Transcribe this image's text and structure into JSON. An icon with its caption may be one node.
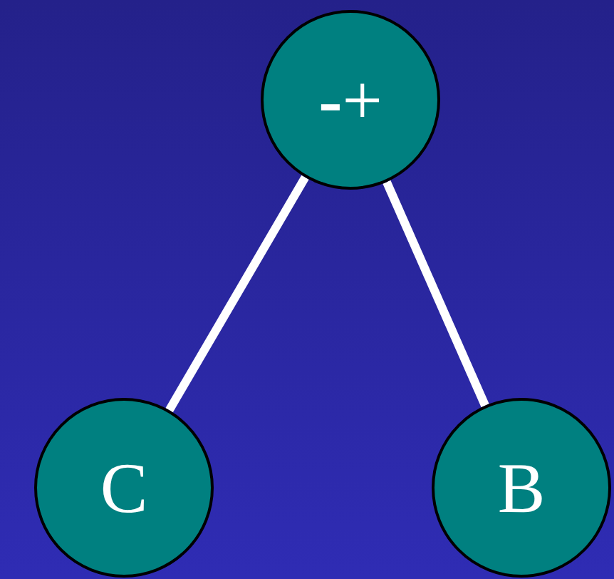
{
  "diagram": {
    "nodes": [
      {
        "text": [
          "**-**+"
        ]
      },
      {
        "text": [
          "C"
        ]
      },
      {
        "text": [
          "B"
        ]
      }
    ],
    "edges": [
      {
        "from": 0,
        "to": 1,
        "arrow": "none"
      },
      {
        "from": 0,
        "to": 2,
        "arrow": "none"
      }
    ]
  }
}
